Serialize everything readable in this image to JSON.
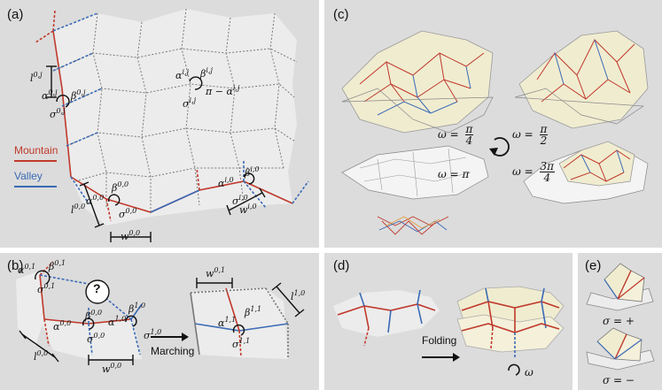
{
  "panels": {
    "a": {
      "label": "(a)",
      "legend": {
        "mountain": "Mountain",
        "valley": "Valley",
        "mountain_color": "#c0392b",
        "valley_color": "#3a6ab5"
      },
      "symbols": {
        "l0j": "l",
        "l0j_sup": "0,j",
        "a0j": "α",
        "a0j_sup": "0,j",
        "b0j": "β",
        "b0j_sup": "0,j",
        "s0j": "σ",
        "s0j_sup": "0,j",
        "aij": "α",
        "aij_sup": "i,j",
        "bij": "β",
        "bij_sup": "i,j",
        "sij": "σ",
        "sij_sup": "i,j",
        "pi_minus": "π − α",
        "pi_minus_sup": "i,j",
        "a00": "α",
        "a00_sup": "0,0",
        "b00": "β",
        "b00_sup": "0,0",
        "s00": "σ",
        "s00_sup": "0,0",
        "l00": "l",
        "l00_sup": "0,0",
        "w00": "w",
        "w00_sup": "0,0",
        "ai0": "α",
        "ai0_sup": "i,0",
        "bi0": "β",
        "bi0_sup": "i,0",
        "si0": "σ",
        "si0_sup": "i,0",
        "wi0": "w",
        "wi0_sup": "i,0"
      }
    },
    "b": {
      "label": "(b)",
      "question": "?",
      "arrow_caption": "Marching",
      "symbols": {
        "a01": "α",
        "a01_sup": "0,1",
        "b01": "β",
        "b01_sup": "0,1",
        "s01": "σ",
        "s01_sup": "0,1",
        "a00": "α",
        "a00_sup": "0,0",
        "b00": "β",
        "b00_sup": "0,0",
        "s00": "σ",
        "s00_sup": "0,0",
        "a10": "α",
        "a10_sup": "1,0",
        "b10": "β",
        "b10_sup": "1,0",
        "s10": "σ",
        "s10_sup": "1,0",
        "l00": "l",
        "l00_sup": "0,0",
        "w00": "w",
        "w00_sup": "0,0",
        "w01": "w",
        "w01_sup": "0,1",
        "a11": "α",
        "a11_sup": "1,1",
        "b11": "β",
        "b11_sup": "1,1",
        "s11": "σ",
        "s11_sup": "1,1",
        "l10": "l",
        "l10_sup": "1,0"
      }
    },
    "c": {
      "label": "(c)",
      "omega": "ω",
      "eq": "=",
      "pi": "π",
      "den_4": "4",
      "den_2": "2",
      "num_3pi": "3π",
      "full_pi": "π"
    },
    "d": {
      "label": "(d)",
      "arrow_caption": "Folding",
      "omega": "ω"
    },
    "e": {
      "label": "(e)",
      "sigma_plus": "σ = +",
      "sigma_minus": "σ = −"
    }
  }
}
